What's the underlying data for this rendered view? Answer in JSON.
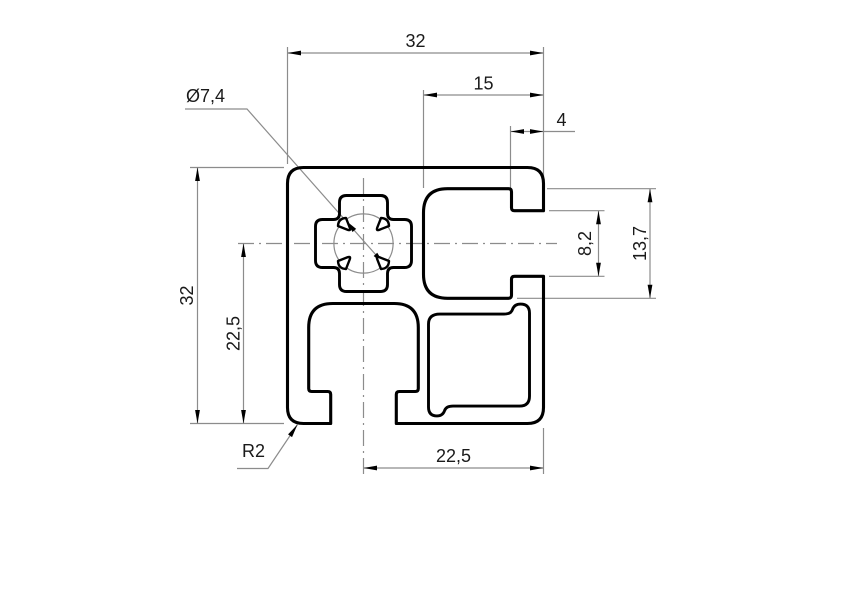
{
  "drawing": {
    "title": "aluminium-extrusion-profile-cross-section",
    "colors": {
      "background": "#ffffff",
      "outline": "#000000",
      "dimension_lines": "#8c8c8c",
      "text": "#1a1a1a"
    },
    "dimensions": {
      "overall_width": "32",
      "overall_height": "32",
      "slot_depth": "15",
      "lip_undercut": "4",
      "bore_diameter": "Ø7,4",
      "slot_opening": "8,2",
      "slot_cavity_width": "13,7",
      "center_from_bottom": "22,5",
      "center_from_right": "22,5",
      "corner_radius": "R2"
    }
  }
}
